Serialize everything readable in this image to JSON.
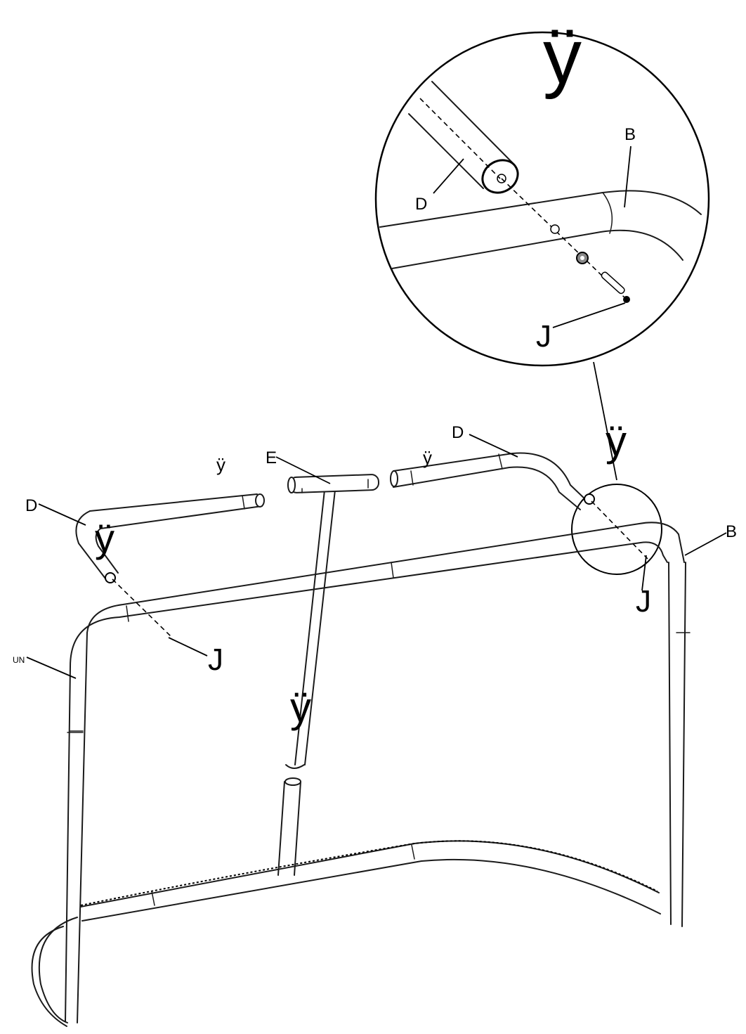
{
  "labels": {
    "a_left": "UN",
    "b_right": "B",
    "b_detail": "B",
    "d_left": "D",
    "d_right": "D",
    "d_detail": "D",
    "e_center": "E",
    "j_left": "J",
    "j_right": "J",
    "j_detail": "J",
    "step_detail": "ÿ",
    "step_connector": "ÿ",
    "step_left_upper": "ÿ",
    "step_left_tube": "ÿ",
    "step_right_tube": "ÿ",
    "step_center_post": "ÿ"
  },
  "colors": {
    "line": "#1a1a1a",
    "background": "#ffffff"
  }
}
